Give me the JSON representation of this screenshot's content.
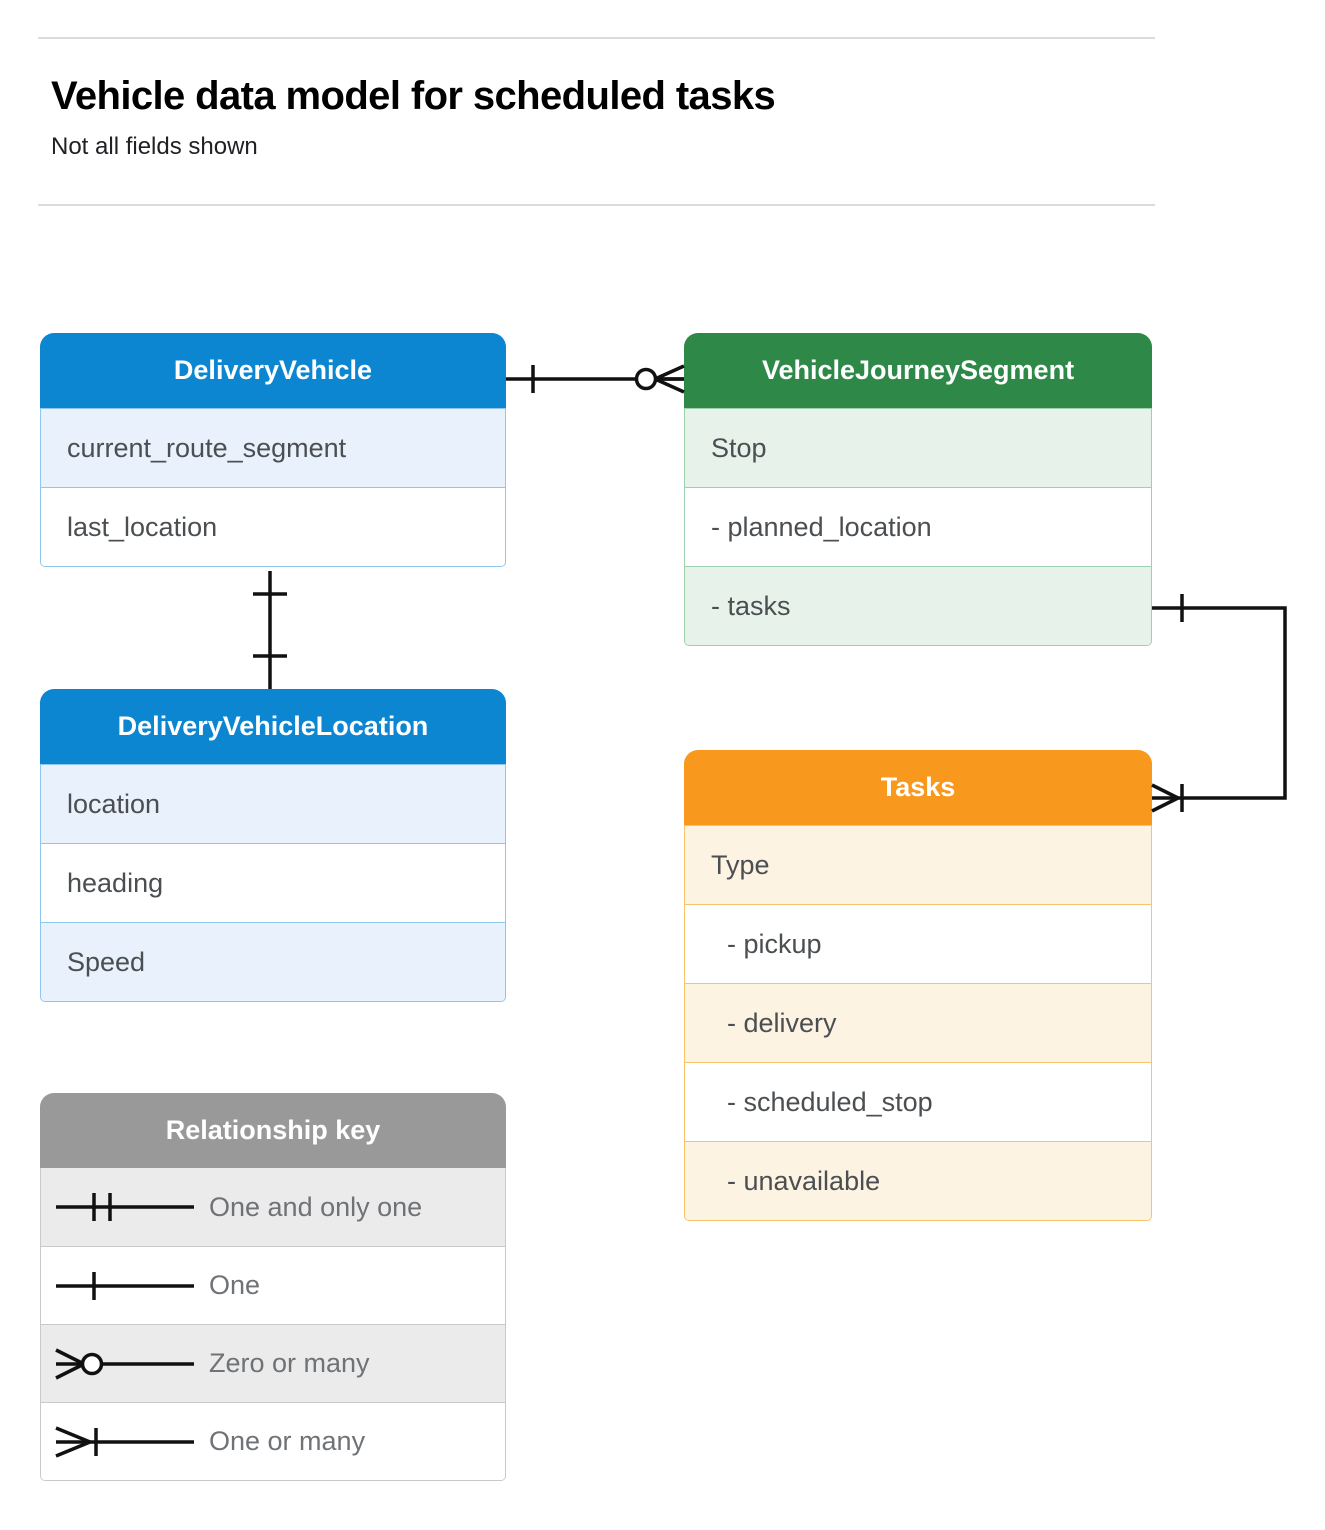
{
  "header": {
    "title": "Vehicle data model for scheduled tasks",
    "subtitle": "Not all fields shown"
  },
  "colors": {
    "blue": "#0d86d1",
    "blue_row": "#e8f1fc",
    "blue_border": "#8fc6ee",
    "green": "#2e8948",
    "green_row": "#e7f3ea",
    "green_border": "#9ed0ae",
    "orange": "#f8991d",
    "orange_row": "#fdf3e2",
    "orange_border": "#f7c469",
    "grey": "#999999",
    "grey_row": "#ebebeb",
    "line": "#000000",
    "text": "#4b4f52",
    "rule": "#dadce0"
  },
  "entities": {
    "delivery_vehicle": {
      "title": "DeliveryVehicle",
      "rows": [
        "current_route_segment",
        "last_location"
      ]
    },
    "vehicle_journey_segment": {
      "title": "VehicleJourneySegment",
      "rows": [
        "Stop",
        "-  planned_location",
        "- tasks"
      ]
    },
    "delivery_vehicle_location": {
      "title": "DeliveryVehicleLocation",
      "rows": [
        "location",
        "heading",
        "Speed"
      ]
    },
    "tasks": {
      "title": "Tasks",
      "rows": [
        "Type",
        "-  pickup",
        "-  delivery",
        "-  scheduled_stop",
        "-  unavailable"
      ]
    }
  },
  "legend": {
    "title": "Relationship key",
    "items": [
      {
        "symbol": "one-and-only-one",
        "label": "One and only one"
      },
      {
        "symbol": "one",
        "label": "One"
      },
      {
        "symbol": "zero-or-many",
        "label": "Zero or many"
      },
      {
        "symbol": "one-or-many",
        "label": "One or many"
      }
    ]
  },
  "relationships": [
    {
      "name": "delivery-vehicle-to-journey-segment",
      "from": "DeliveryVehicle",
      "to": "VehicleJourneySegment",
      "from_cardinality": "One",
      "to_cardinality": "Zero or many"
    },
    {
      "name": "delivery-vehicle-to-vehicle-location",
      "from": "DeliveryVehicle",
      "to": "DeliveryVehicleLocation",
      "from_cardinality": "One",
      "to_cardinality": "One"
    },
    {
      "name": "journey-segment-tasks-to-tasks",
      "from": "VehicleJourneySegment.tasks",
      "to": "Tasks",
      "from_cardinality": "One",
      "to_cardinality": "One or many"
    }
  ]
}
